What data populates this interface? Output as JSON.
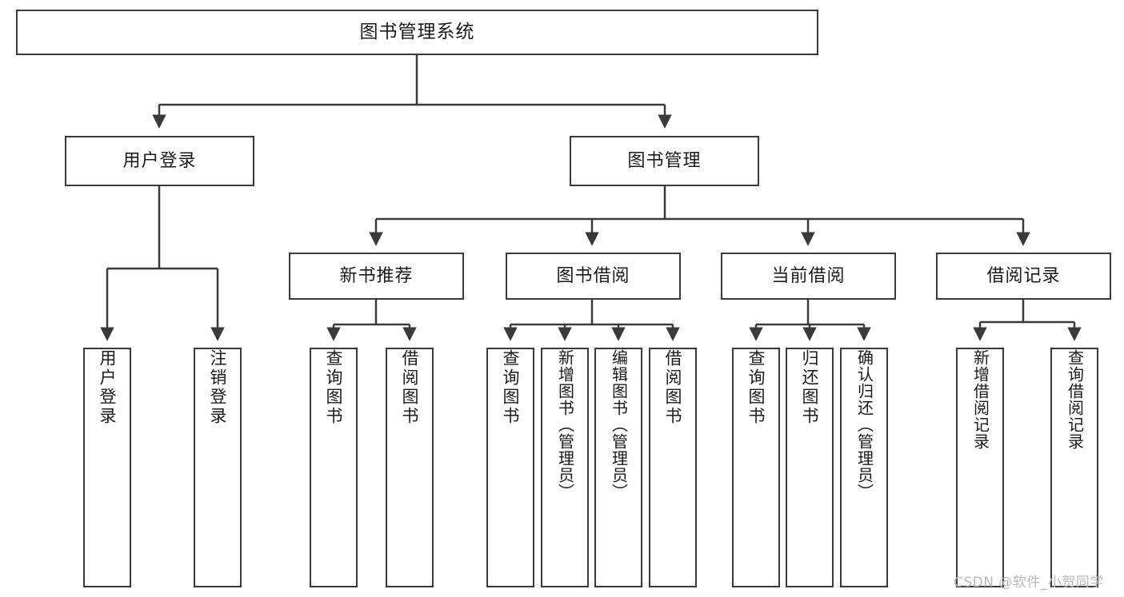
{
  "diagram": {
    "title": "图书管理系统",
    "type": "tree-hierarchy",
    "watermark": "CSDN @软件_小贺同学",
    "colors": {
      "border": "#3a3a3a",
      "background": "#ffffff",
      "text": "#1b1b1b",
      "connector": "#3a3a3a",
      "watermark": "#b9b9b9"
    }
  },
  "nodes": {
    "root": {
      "label": "图书管理系统"
    },
    "level2": [
      {
        "label": "用户登录"
      },
      {
        "label": "图书管理"
      }
    ],
    "level3": [
      {
        "label": "新书推荐"
      },
      {
        "label": "图书借阅"
      },
      {
        "label": "当前借阅"
      },
      {
        "label": "借阅记录"
      }
    ],
    "leaves": {
      "user_login": [
        {
          "label": "用户登录"
        },
        {
          "label": "注销登录"
        }
      ],
      "new_book_recommend": [
        {
          "label": "查询图书"
        },
        {
          "label": "借阅图书"
        }
      ],
      "book_borrow": [
        {
          "label": "查询图书"
        },
        {
          "label": "新增图书（管理员）"
        },
        {
          "label": "编辑图书（管理员）"
        },
        {
          "label": "借阅图书"
        }
      ],
      "current_borrow": [
        {
          "label": "查询图书"
        },
        {
          "label": "归还图书"
        },
        {
          "label": "确认归还（管理员）"
        }
      ],
      "borrow_record": [
        {
          "label": "新增借阅记录"
        },
        {
          "label": "查询借阅记录"
        }
      ]
    }
  }
}
